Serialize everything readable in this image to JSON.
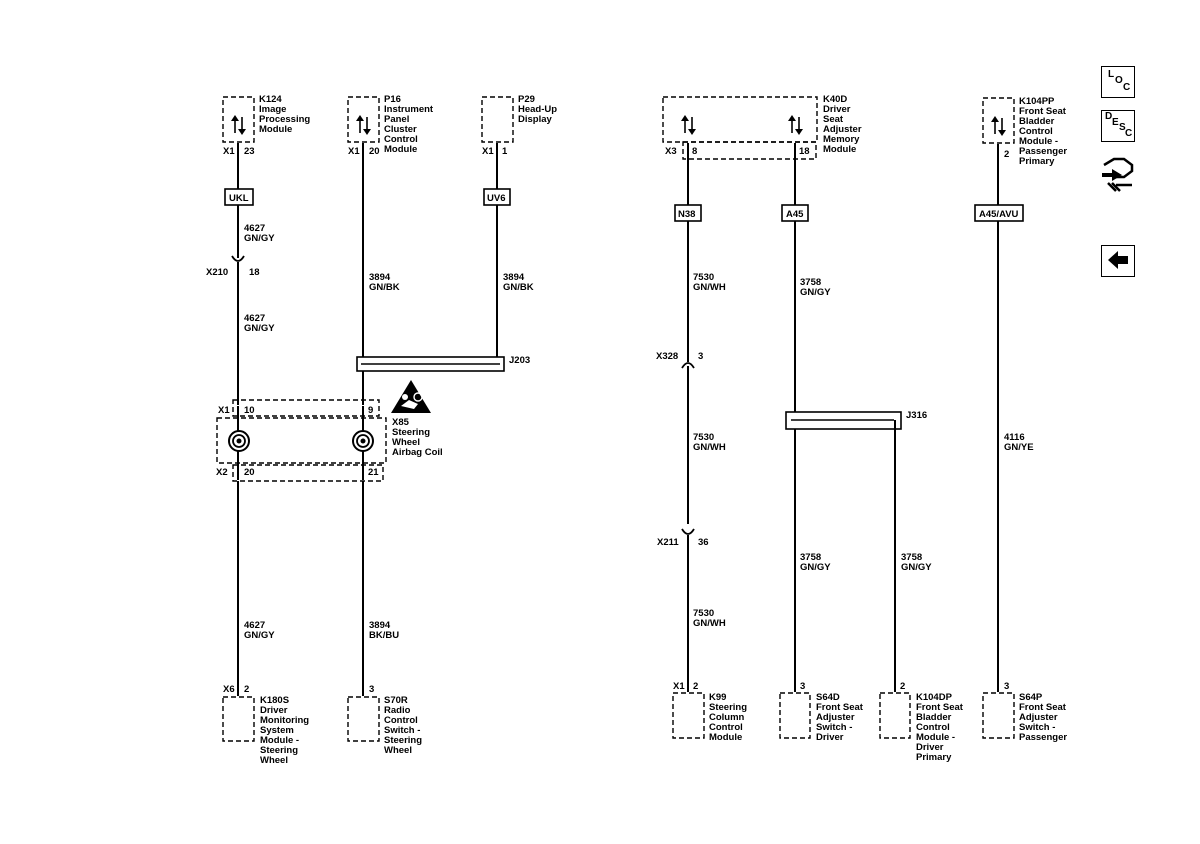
{
  "modules": {
    "k124": [
      "K124",
      "Image",
      "Processing",
      "Module"
    ],
    "p16": [
      "P16",
      "Instrument",
      "Panel",
      "Cluster",
      "Control",
      "Module"
    ],
    "p29": [
      "P29",
      "Head-Up",
      "Display"
    ],
    "k40d": [
      "K40D",
      "Driver",
      "Seat",
      "Adjuster",
      "Memory",
      "Module"
    ],
    "k104pp": [
      "K104PP",
      "Front Seat",
      "Bladder",
      "Control",
      "Module -",
      "Passenger",
      "Primary"
    ],
    "x85": [
      "X85",
      "Steering",
      "Wheel",
      "Airbag Coil"
    ],
    "k180s": [
      "K180S",
      "Driver",
      "Monitoring",
      "System",
      "Module -",
      "Steering",
      "Wheel"
    ],
    "s70r": [
      "S70R",
      "Radio",
      "Control",
      "Switch -",
      "Steering",
      "Wheel"
    ],
    "k99": [
      "K99",
      "Steering",
      "Column",
      "Control",
      "Module"
    ],
    "s64d": [
      "S64D",
      "Front Seat",
      "Adjuster",
      "Switch -",
      "Driver"
    ],
    "k104dp": [
      "K104DP",
      "Front Seat",
      "Bladder",
      "Control",
      "Module -",
      "Driver",
      "Primary"
    ],
    "s64p": [
      "S64P",
      "Front Seat",
      "Adjuster",
      "Switch -",
      "Passenger"
    ]
  },
  "pins": {
    "k124_conn": "X1",
    "k124_pin": "23",
    "p16_conn": "X1",
    "p16_pin": "20",
    "p29_conn": "X1",
    "p29_pin": "1",
    "k40d_conn": "X3",
    "k40d_pin1": "8",
    "k40d_pin2": "18",
    "k104pp_pin": "2",
    "x85_x1": "X1",
    "x85_pin10": "10",
    "x85_pin9": "9",
    "x85_x2": "X2",
    "x85_pin20": "20",
    "x85_pin21": "21",
    "k180s_conn": "X6",
    "k180s_pin": "2",
    "s70r_pin": "3",
    "k99_conn": "X1",
    "k99_pin": "2",
    "s64d_pin": "3",
    "k104dp_pin": "2",
    "s64p_pin": "3"
  },
  "inline_connectors": {
    "x210": "X210",
    "x210_pin": "18",
    "x328": "X328",
    "x328_pin": "3",
    "x211": "X211",
    "x211_pin": "36"
  },
  "splices": {
    "j203": "J203",
    "j316": "J316"
  },
  "options": {
    "ukl": "UKL",
    "uv6": "UV6",
    "n38": "N38",
    "a45": "A45",
    "a45avu": "A45/AVU"
  },
  "wires": {
    "w1a": [
      "4627",
      "GN/GY"
    ],
    "w1b": [
      "4627",
      "GN/GY"
    ],
    "w1c": [
      "4627",
      "GN/GY"
    ],
    "w2a": [
      "3894",
      "GN/BK"
    ],
    "w2b": [
      "3894",
      "BK/BU"
    ],
    "w3a": [
      "3894",
      "GN/BK"
    ],
    "w4a": [
      "7530",
      "GN/WH"
    ],
    "w4b": [
      "7530",
      "GN/WH"
    ],
    "w4c": [
      "7530",
      "GN/WH"
    ],
    "w5a": [
      "3758",
      "GN/GY"
    ],
    "w5b": [
      "3758",
      "GN/GY"
    ],
    "w5c": [
      "3758",
      "GN/GY"
    ],
    "w6a": [
      "4116",
      "GN/YE"
    ]
  },
  "side_buttons": {
    "loc": [
      "L",
      "O",
      "C"
    ],
    "desc": [
      "D",
      "E",
      "S",
      "C"
    ]
  },
  "icons": {
    "airbag": "airbag-warning-icon",
    "connector": "connector-view-icon",
    "back": "back-arrow-icon"
  }
}
